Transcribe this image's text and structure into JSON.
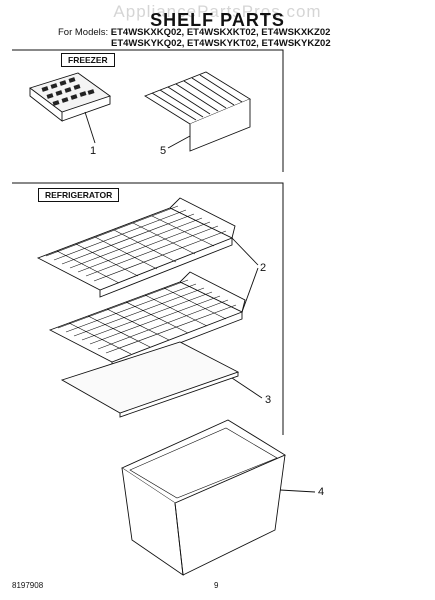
{
  "header": {
    "watermark": "AppliancePartsPros.com",
    "title": "SHELF PARTS",
    "models_label": "For Models:",
    "models_line1": "ET4WSKXKQ02, ET4WSKXKT02, ET4WSKXKZ02",
    "models_line2": "ET4WSKYKQ02, ET4WSKYKT02, ET4WSKYKZ02"
  },
  "sections": {
    "freezer_label": "FREEZER",
    "refrigerator_label": "REFRIGERATOR"
  },
  "callouts": {
    "c1": "1",
    "c5": "5",
    "c2": "2",
    "c3": "3",
    "c4": "4"
  },
  "footer": {
    "doc_number": "8197908",
    "page_number": "9"
  }
}
